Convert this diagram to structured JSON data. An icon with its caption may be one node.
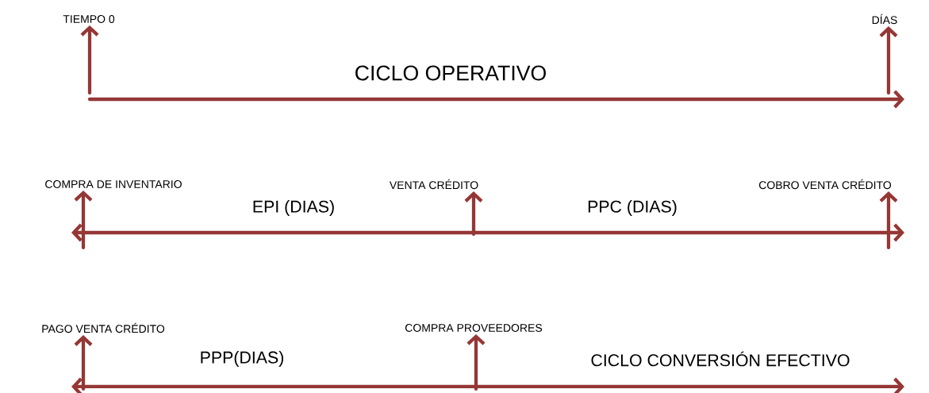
{
  "diagram": {
    "nodes": [
      {
        "text": [
          "TIEMPO 0"
        ]
      },
      {
        "text": [
          "DÍAS"
        ]
      },
      {
        "text": [
          "COMPRA DE INVENTARIO"
        ]
      },
      {
        "text": [
          "VENTA CRÉDITO"
        ]
      },
      {
        "text": [
          "COBRO VENTA CRÉDITO"
        ]
      },
      {
        "text": [
          "PAGO VENTA CRÉDITO"
        ]
      },
      {
        "text": [
          "COMPRA PROVEEDORES"
        ]
      }
    ],
    "edges": [
      {
        "from": null,
        "to": 0,
        "arrow": "to"
      },
      {
        "from": null,
        "to": 1,
        "arrow": "to"
      },
      {
        "from": null,
        "to": 2,
        "arrow": "to"
      },
      {
        "from": null,
        "to": 3,
        "arrow": "to"
      },
      {
        "from": null,
        "to": 4,
        "arrow": "to"
      },
      {
        "from": null,
        "to": 5,
        "arrow": "to"
      },
      {
        "from": null,
        "to": 6,
        "arrow": "to"
      }
    ],
    "labels": [
      "CICLO OPERATIVO",
      "EPI (DIAS)",
      "PPC (DIAS)",
      "PPP(DIAS)",
      "CICLO CONVERSIÓN EFECTIVO"
    ]
  }
}
